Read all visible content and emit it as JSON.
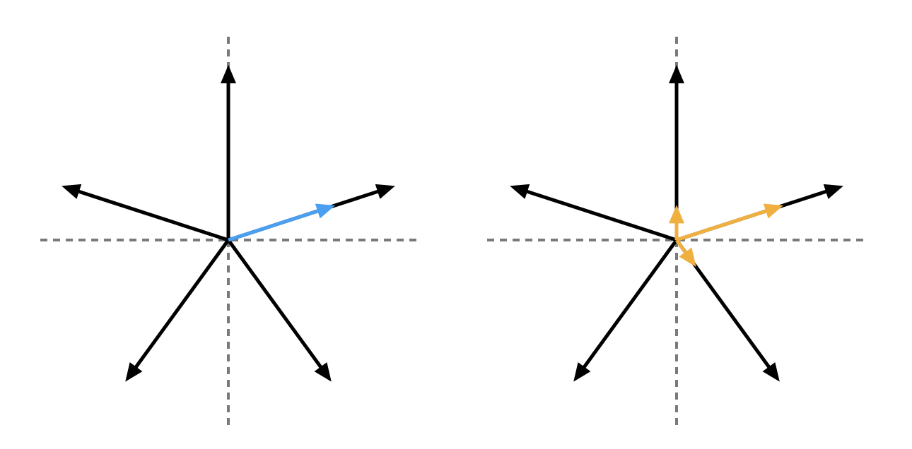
{
  "colors": {
    "background": "#ffffff",
    "axis": "#7a7a7a",
    "vector": "#000000",
    "highlight_blue": "#4a9ff0",
    "highlight_orange": "#f0b040"
  },
  "diagrams": [
    {
      "id": "left",
      "basis_directions_deg": [
        90,
        18,
        -54,
        -126,
        162
      ],
      "highlighted_vectors": [
        {
          "color_key": "highlight_blue",
          "angle_deg": 18,
          "length_fraction": 0.64
        }
      ]
    },
    {
      "id": "right",
      "basis_directions_deg": [
        90,
        18,
        -54,
        -126,
        162
      ],
      "highlighted_vectors": [
        {
          "color_key": "highlight_orange",
          "angle_deg": 90,
          "length_fraction": 0.2
        },
        {
          "color_key": "highlight_orange",
          "angle_deg": 18,
          "length_fraction": 0.64
        },
        {
          "color_key": "highlight_orange",
          "angle_deg": -54,
          "length_fraction": 0.19
        }
      ]
    }
  ]
}
